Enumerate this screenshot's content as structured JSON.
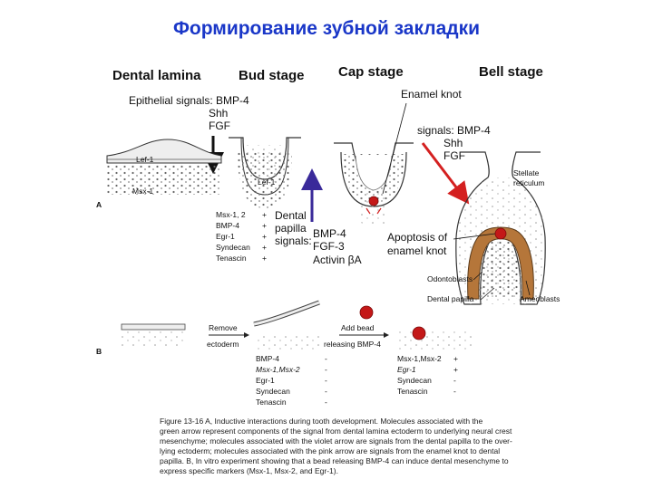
{
  "slide_title": "Формирование зубной закладки",
  "stages": {
    "dental_lamina": "Dental lamina",
    "bud": "Bud stage",
    "cap": "Cap stage",
    "bell": "Bell stage"
  },
  "panel_labels": {
    "a": "A",
    "b": "B"
  },
  "epithelial_signals": {
    "title": "Epithelial signals: BMP-4",
    "items": [
      "Shh",
      "FGF"
    ]
  },
  "lamina_labels": {
    "lef1": "Lef-1",
    "msx1": "Msx-1"
  },
  "bud_lef1": "Lef-1",
  "markers_left": [
    {
      "name": "Msx-1, 2",
      "sign": "+"
    },
    {
      "name": "BMP-4",
      "sign": "+"
    },
    {
      "name": "Egr-1",
      "sign": "+"
    },
    {
      "name": "Syndecan",
      "sign": "+"
    },
    {
      "name": "Tenascin",
      "sign": "+"
    }
  ],
  "dental_papilla_signals": [
    "Dental",
    "papilla",
    "signals:"
  ],
  "papilla_signal_list": [
    "BMP-4",
    "FGF-3",
    "Activin βA"
  ],
  "enamel_knot": "Enamel knot",
  "knot_signals": {
    "title": "signals: BMP-4",
    "items": [
      "Shh",
      "FGF"
    ]
  },
  "stellate_reticulum": [
    "Stellate",
    "reticulum"
  ],
  "apoptosis": [
    "Apoptosis of",
    "enamel knot"
  ],
  "odontoblasts": "Odontoblasts",
  "dental_papilla": "Dental papilla",
  "ameloblasts": "Ameoblasts",
  "panel_b": {
    "remove": "Remove",
    "ectoderm": "ectoderm",
    "add_bead": "Add bead",
    "releasing": "releasing BMP-4",
    "table_left": [
      {
        "name": "BMP-4",
        "sign": "-"
      },
      {
        "name": "Msx-1,Msx-2",
        "sign": "-"
      },
      {
        "name": "Egr-1",
        "sign": "-"
      },
      {
        "name": "Syndecan",
        "sign": "-"
      },
      {
        "name": "Tenascin",
        "sign": "-"
      }
    ],
    "table_right": [
      {
        "name": "Msx-1,Msx-2",
        "sign": "+"
      },
      {
        "name": "Egr-1",
        "sign": "+"
      },
      {
        "name": "Syndecan",
        "sign": "-"
      },
      {
        "name": "Tenascin",
        "sign": "-"
      }
    ]
  },
  "caption": [
    "Figure 13-16  A,  Inductive interactions during tooth development. Molecules associated with the",
    "green arrow represent components of the signal from dental lamina ectoderm to underlying neural crest",
    "mesenchyme; molecules associated with the violet arrow are signals from the dental papilla to the over-",
    "lying ectoderm; molecules associated with the pink arrow are signals from the enamel knot to dental",
    "papilla. B, In vitro experiment showing that a bead releasing BMP-4 can induce dental mesenchyme to",
    "express specific markers (Msx-1, Msx-2, and Egr-1)."
  ],
  "colors": {
    "title": "#1a37c8",
    "violet_arrow": "#3a2a9a",
    "red_arrow": "#d42020",
    "knot_red": "#c41818",
    "tooth_brown": "#b5763a"
  }
}
